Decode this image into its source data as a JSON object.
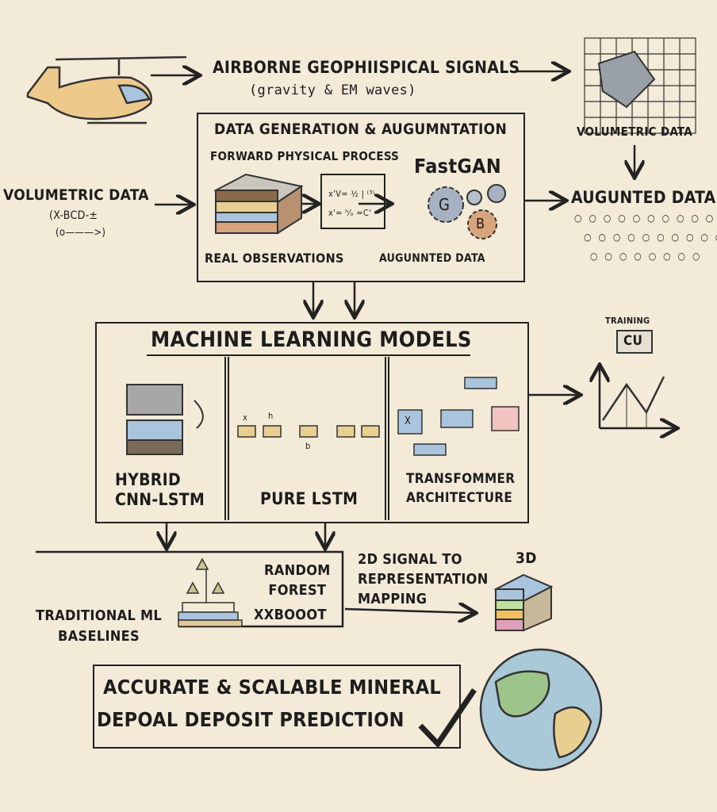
{
  "header": {
    "title": "AIRBORNE GEOPHIISPICAL SIGNALS",
    "subtitle": "(gravity & EM waves)"
  },
  "top_right": {
    "volumetric_label": "VOLUMETRIC DATA",
    "augmented_label": "AUGUNTED DATA"
  },
  "left_input": {
    "label": "VOLUMETRIC DATA",
    "formula": "(X-BCD-±",
    "arrow_note": "(o———>)"
  },
  "data_gen": {
    "title": "DATA GENERATION & AUGUMNTATION",
    "forward": "FORWARD PHYSICAL PROCESS",
    "fastgan": "FastGAN",
    "real_obs": "REAL OBSERVATIONS",
    "augmented": "AUGUNNTED DATA",
    "eq1": "x'V= ½ | ⁽³⁾",
    "eq2": "x'= ʰ⁄ₒ =C'",
    "gear_g": "G",
    "gear_b": "B"
  },
  "ml": {
    "title": "MACHINE LEARNING MODELS",
    "hybrid": "HYBRID\nCNN-LSTM",
    "lstm": "PURE LSTM",
    "transformer": "TRANSFOMMER\nARCHITECTURE",
    "lstm_x": "x",
    "lstm_h": "h",
    "lstm_b": "b",
    "trans_x": "X"
  },
  "training": {
    "label": "TRAINING",
    "chip": "CU"
  },
  "baselines": {
    "label": "TRADITIONAL ML\nBASELINES",
    "rf": "RANDOM\nFOREST",
    "xgb": "XXBOOOT"
  },
  "mapping": {
    "label": "2D SIGNAL TO\nREPRESENTATION\nMAPPING",
    "three_d": "3D"
  },
  "result": {
    "line1": "ACCURATE & SCALABLE  MINERAL",
    "line2": "DEPOAL DEPOSIT PREDICTION"
  },
  "colors": {
    "paper": "#f3ead8",
    "ink": "#222222",
    "blue": "#a9c4dc",
    "sand": "#e8cf8f",
    "clay": "#d8a47c"
  }
}
